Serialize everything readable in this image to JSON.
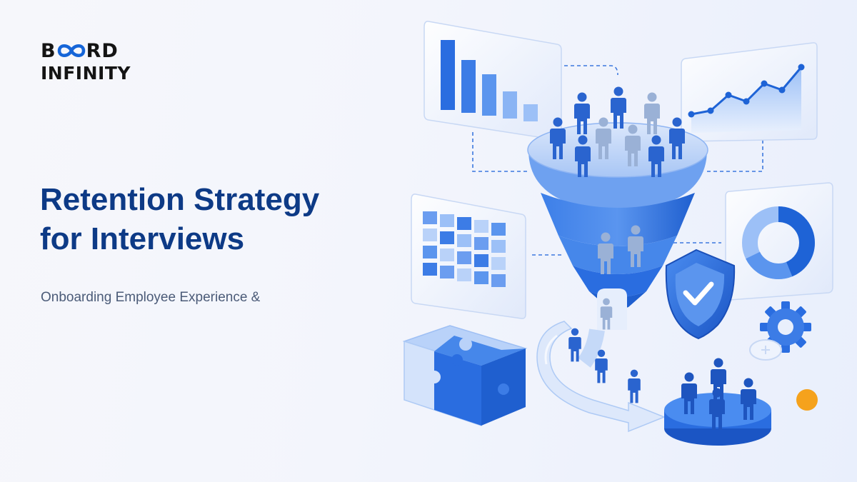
{
  "brand": {
    "name_part1": "B",
    "name_part2": "RD",
    "name_line2": "INFINITY",
    "logo_glyph_icon": "infinity-loop-icon",
    "colors": {
      "logo_text": "#141414",
      "logo_glyph": "#1565d8"
    }
  },
  "headline": {
    "line1": "Retention Strategy",
    "line2": "for Interviews"
  },
  "subtitle": "Onboarding Employee Experience &",
  "colors": {
    "headline": "#0d3a86",
    "subtitle": "#4b5b78",
    "accent_blue": "#1e63d6",
    "light_blue": "#9cc0f7",
    "accent_orange": "#f5a21c"
  },
  "illustration": {
    "icons": [
      "bar-chart-icon",
      "line-chart-icon",
      "calendar-grid-icon",
      "donut-chart-icon",
      "funnel-icon",
      "shield-check-icon",
      "gear-icon",
      "puzzle-cube-icon",
      "people-figures-icon",
      "arrow-path-icon"
    ]
  }
}
